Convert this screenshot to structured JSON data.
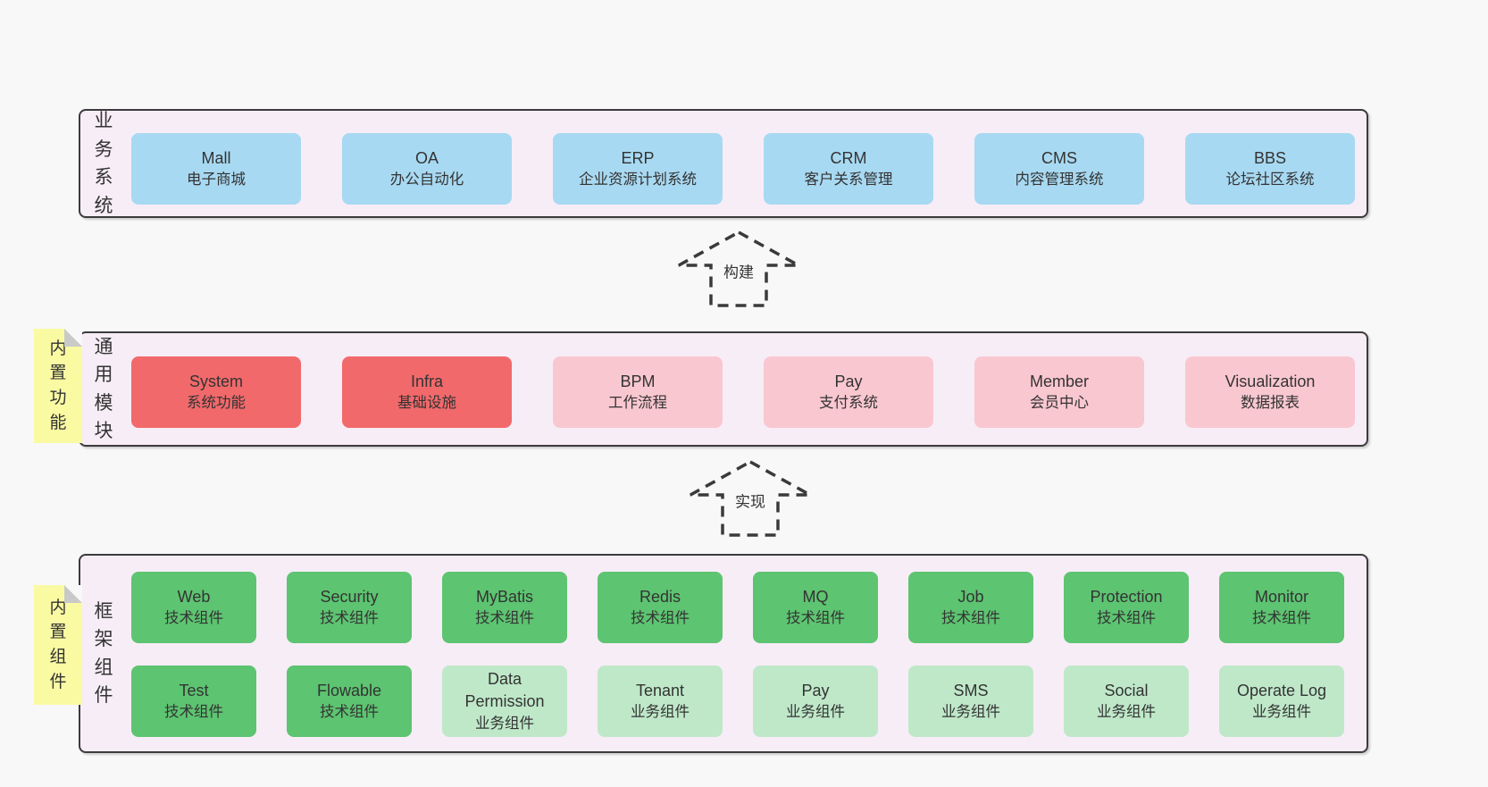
{
  "colors": {
    "page_bg": "#f8f8f8",
    "container_bg": "#f7edf6",
    "container_border": "#3b3b3b",
    "blue_box": "#a8d9f2",
    "red_box": "#f2696b",
    "pink_box": "#f9c7d0",
    "green_box": "#5dc471",
    "light_green_box": "#bfe8c9",
    "sticky_note": "#fafaa3",
    "note_fold": "#c9c9c9",
    "text": "#333333"
  },
  "sections": {
    "business": {
      "label": "业务系统",
      "boxes": [
        {
          "title": "Mall",
          "subtitle": "电子商城",
          "color": "blue"
        },
        {
          "title": "OA",
          "subtitle": "办公自动化",
          "color": "blue"
        },
        {
          "title": "ERP",
          "subtitle": "企业资源计划系统",
          "color": "blue"
        },
        {
          "title": "CRM",
          "subtitle": "客户关系管理",
          "color": "blue"
        },
        {
          "title": "CMS",
          "subtitle": "内容管理系统",
          "color": "blue"
        },
        {
          "title": "BBS",
          "subtitle": "论坛社区系统",
          "color": "blue"
        }
      ]
    },
    "modules": {
      "label": "通用模块",
      "note": "内置功能",
      "boxes": [
        {
          "title": "System",
          "subtitle": "系统功能",
          "color": "red"
        },
        {
          "title": "Infra",
          "subtitle": "基础设施",
          "color": "red"
        },
        {
          "title": "BPM",
          "subtitle": "工作流程",
          "color": "pink"
        },
        {
          "title": "Pay",
          "subtitle": "支付系统",
          "color": "pink"
        },
        {
          "title": "Member",
          "subtitle": "会员中心",
          "color": "pink"
        },
        {
          "title": "Visualization",
          "subtitle": "数据报表",
          "color": "pink"
        }
      ]
    },
    "framework": {
      "label": "框架组件",
      "note": "内置组件",
      "rows": [
        [
          {
            "title": "Web",
            "subtitle": "技术组件",
            "color": "green"
          },
          {
            "title": "Security",
            "subtitle": "技术组件",
            "color": "green"
          },
          {
            "title": "MyBatis",
            "subtitle": "技术组件",
            "color": "green"
          },
          {
            "title": "Redis",
            "subtitle": "技术组件",
            "color": "green"
          },
          {
            "title": "MQ",
            "subtitle": "技术组件",
            "color": "green"
          },
          {
            "title": "Job",
            "subtitle": "技术组件",
            "color": "green"
          },
          {
            "title": "Protection",
            "subtitle": "技术组件",
            "color": "green"
          },
          {
            "title": "Monitor",
            "subtitle": "技术组件",
            "color": "green"
          }
        ],
        [
          {
            "title": "Test",
            "subtitle": "技术组件",
            "color": "green"
          },
          {
            "title": "Flowable",
            "subtitle": "技术组件",
            "color": "green"
          },
          {
            "title": "Data Permission",
            "subtitle": "业务组件",
            "color": "green-light"
          },
          {
            "title": "Tenant",
            "subtitle": "业务组件",
            "color": "green-light"
          },
          {
            "title": "Pay",
            "subtitle": "业务组件",
            "color": "green-light"
          },
          {
            "title": "SMS",
            "subtitle": "业务组件",
            "color": "green-light"
          },
          {
            "title": "Social",
            "subtitle": "业务组件",
            "color": "green-light"
          },
          {
            "title": "Operate Log",
            "subtitle": "业务组件",
            "color": "green-light"
          }
        ]
      ]
    }
  },
  "arrows": [
    {
      "label": "构建"
    },
    {
      "label": "实现"
    }
  ]
}
